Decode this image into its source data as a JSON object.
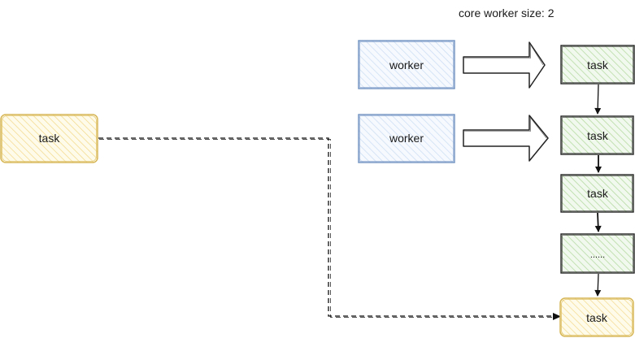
{
  "diagram": {
    "caption": "core worker size: 2",
    "incoming_task": {
      "label": "task"
    },
    "workers": [
      {
        "label": "worker"
      },
      {
        "label": "worker"
      }
    ],
    "queue": [
      {
        "label": "task"
      },
      {
        "label": "task"
      },
      {
        "label": "task"
      },
      {
        "label": "......"
      },
      {
        "label": "task"
      }
    ]
  },
  "colors": {
    "incoming_fill": "#fff2cc",
    "incoming_stroke": "#d6b656",
    "worker_fill": "#dae8fc",
    "worker_stroke": "#6c8ebf",
    "queue_fill": "#d5e8d4",
    "queue_stroke": "#222222",
    "appended_fill": "#fff2cc",
    "appended_stroke": "#d6b656"
  }
}
